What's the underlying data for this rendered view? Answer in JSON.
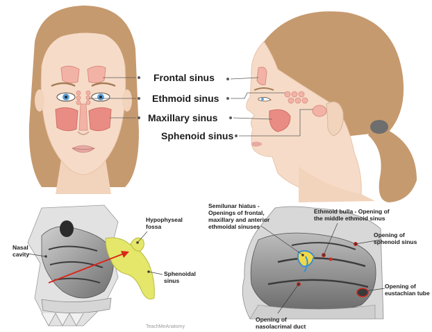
{
  "sinus_labels": {
    "frontal": "Frontal sinus",
    "ethmoid": "Ethmoid sinus",
    "maxillary": "Maxillary sinus",
    "sphenoid": "Sphenoid sinus"
  },
  "sagittal_left": {
    "nasal_cavity": "Nasal cavity",
    "hypophyseal_fossa": "Hypophyseal fossa",
    "sphenoidal_sinus": "Sphenoidal sinus",
    "watermark": "TeachMeAnatomy"
  },
  "sagittal_right": {
    "semilunar_hiatus": "Semilunar hiatus - Openings of frontal, maxillary and anterior ethmoidal sinuses",
    "ethmoid_bulla": "Ethmoid bulla - Opening of the middle ethmoid sinus",
    "sphenoid_opening": "Opening of sphenoid sinus",
    "eustachian_opening": "Opening of eustachian tube",
    "nasolacrimal_opening": "Opening of nasolacrimal duct"
  },
  "colors": {
    "skin": "#f6dcc8",
    "hair": "#c69a6f",
    "sinus_fill": "#f2b3a6",
    "sinus_inner": "#e98d84",
    "bone_gray": "#8d8d8d",
    "sphenoid_yellow": "#e4e76a",
    "arrow_red": "#d9261c",
    "hiatus_yellow": "#f1d94a",
    "hiatus_blue": "#3a8fd0"
  }
}
